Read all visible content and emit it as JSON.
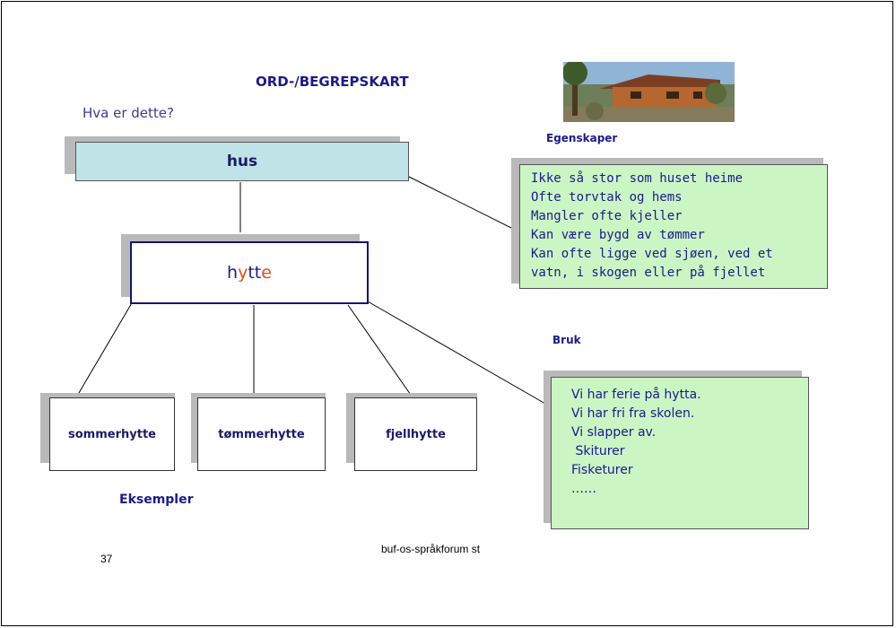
{
  "title": "ORD-/BEGREPSKART",
  "question": "Hva er dette?",
  "root": {
    "label": "hus"
  },
  "concept": {
    "parts": [
      {
        "text": "h",
        "color": "blue"
      },
      {
        "text": "y",
        "color": "orange"
      },
      {
        "text": "tt",
        "color": "blue"
      },
      {
        "text": "e",
        "color": "orange"
      }
    ]
  },
  "properties": {
    "heading": "Egenskaper",
    "lines": [
      "Ikke så stor som huset heime",
      "Ofte torvtak og hems",
      "Mangler ofte kjeller",
      "Kan være bygd av tømmer",
      "Kan ofte ligge ved sjøen, ved et",
      "vatn, i skogen eller på fjellet"
    ]
  },
  "usage": {
    "heading": "Bruk",
    "lines": [
      "Vi har ferie på hytta.",
      "Vi har fri fra skolen.",
      "Vi slapper av.",
      " Skiturer",
      "Fisketurer",
      "……"
    ]
  },
  "examples": {
    "heading": "Eksempler",
    "items": [
      "sommerhytte",
      "tømmerhytte",
      "fjellhytte"
    ]
  },
  "photo": {
    "subject": "cabin-photo"
  },
  "footer": {
    "page_number": "37",
    "source": "buf-os-språkforum st"
  },
  "colors": {
    "blue": "#1a1a8c",
    "orange": "#e64a19",
    "hus_fill": "#bfe3e6",
    "note_fill": "#ccf5c4"
  }
}
